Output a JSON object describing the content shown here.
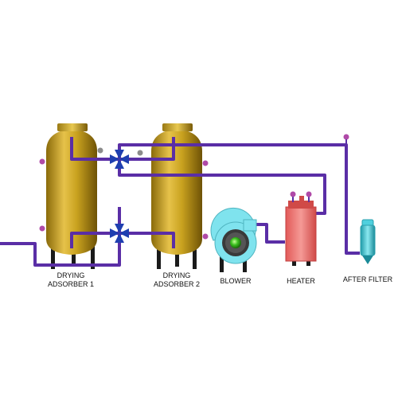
{
  "labels": {
    "adsorber1_line1": "DRYING",
    "adsorber1_line2": "ADSORBER 1",
    "adsorber2_line1": "DRYING",
    "adsorber2_line2": "ADSORBER 2",
    "blower": "BLOWER",
    "heater": "HEATER",
    "after_filter": "AFTER FILTER"
  },
  "colors": {
    "pipe": "#5a2ea6",
    "vessel": "#c9a21f",
    "heater": "#f07a78",
    "filter": "#4fd0de",
    "blower_housing": "#7fe3ee",
    "blower_core": "#36b81f",
    "valve": "#1f3fb0",
    "gauge_pink": "#b04aa8",
    "gauge_grey": "#8c8c8c",
    "legs": "#1a1a1a"
  },
  "icons": [
    "valve-icon",
    "gauge-icon",
    "blower-icon",
    "heater-icon",
    "filter-icon",
    "vessel-icon"
  ]
}
